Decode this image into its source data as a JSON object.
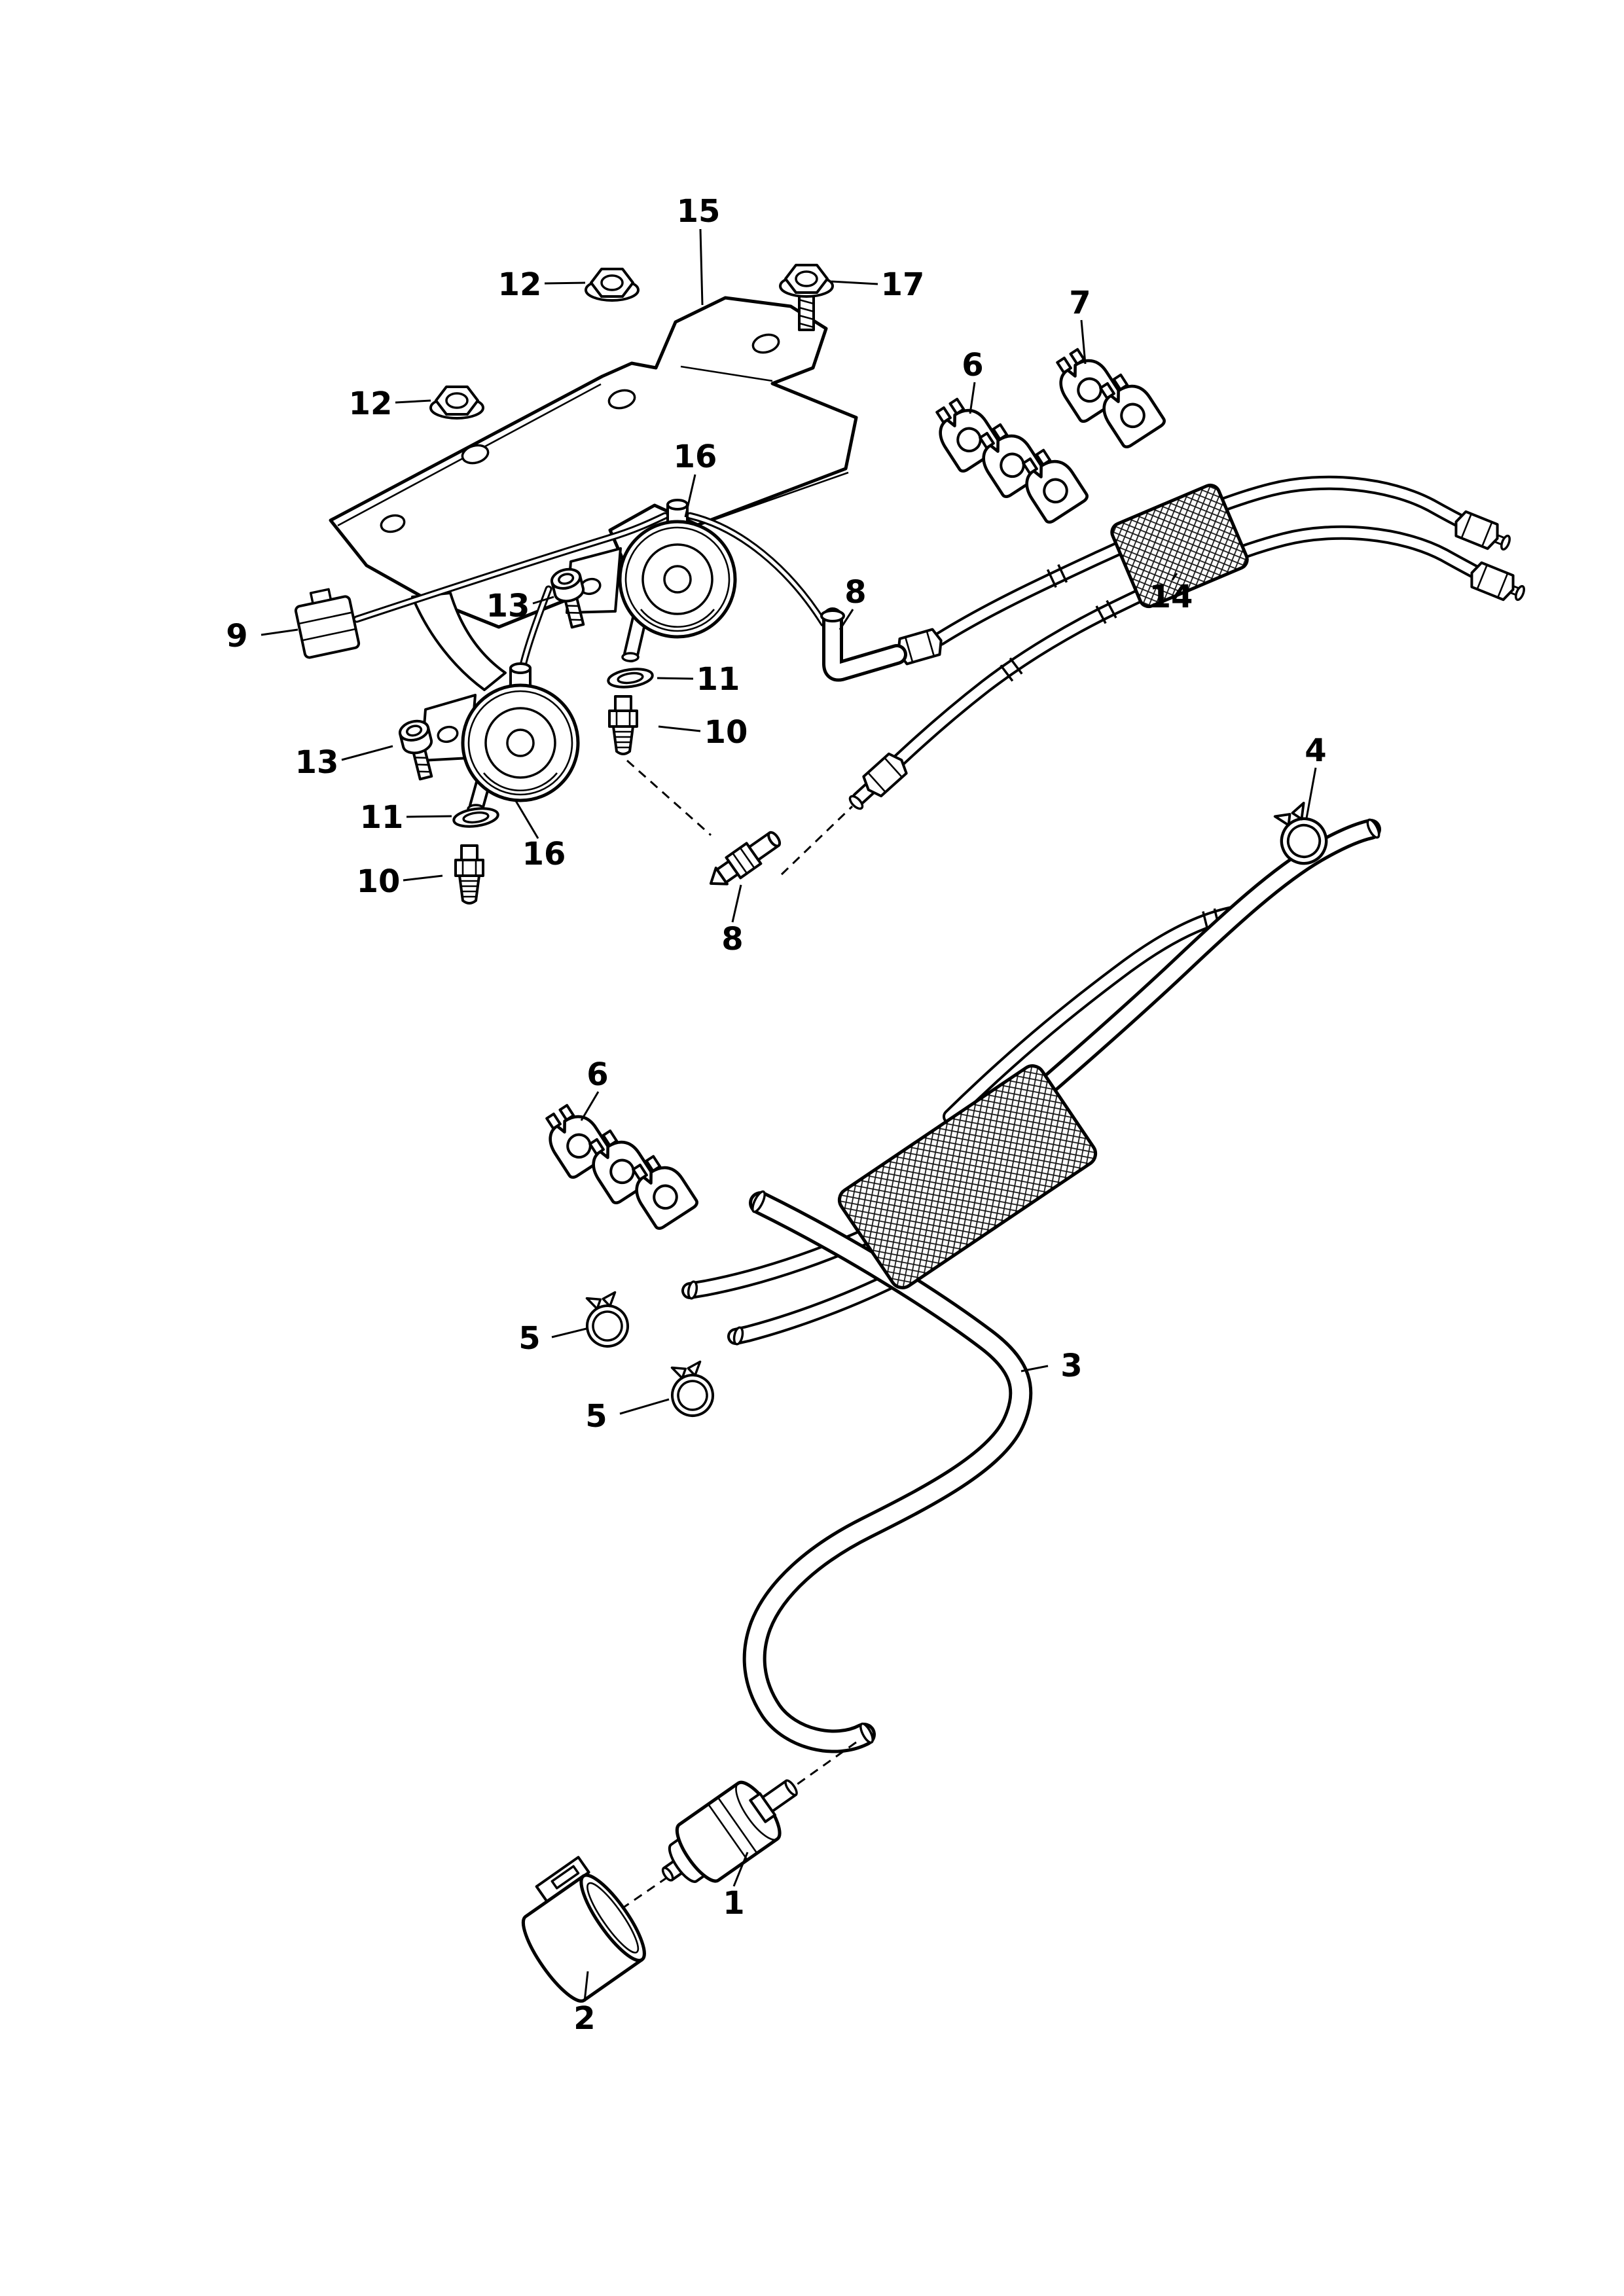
{
  "page": {
    "background_color": "#ffffff",
    "line_color": "#000000"
  },
  "callouts": [
    {
      "part": "fuel-pressure-regulator",
      "label": "1"
    },
    {
      "part": "regulator-holder",
      "label": "2"
    },
    {
      "part": "fuel-hose",
      "label": "3"
    },
    {
      "part": "hose-clamp",
      "label": "4"
    },
    {
      "part": "clamp-upper",
      "label": "5"
    },
    {
      "part": "clamp-lower",
      "label": "5"
    },
    {
      "part": "clip-cluster-top",
      "label": "6"
    },
    {
      "part": "clip-cluster-bottom",
      "label": "6"
    },
    {
      "part": "clip-pair",
      "label": "7"
    },
    {
      "part": "elbow-fitting",
      "label": "8"
    },
    {
      "part": "straight-fitting",
      "label": "8"
    },
    {
      "part": "connector",
      "label": "9"
    },
    {
      "part": "threaded-fitting-right",
      "label": "10"
    },
    {
      "part": "threaded-fitting-left",
      "label": "10"
    },
    {
      "part": "seal-ring-right",
      "label": "11"
    },
    {
      "part": "seal-ring-left",
      "label": "11"
    },
    {
      "part": "flange-nut-top",
      "label": "12"
    },
    {
      "part": "flange-nut-left",
      "label": "12"
    },
    {
      "part": "screw-right",
      "label": "13"
    },
    {
      "part": "screw-left",
      "label": "13"
    },
    {
      "part": "fuel-pipes",
      "label": "14"
    },
    {
      "part": "mounting-bracket",
      "label": "15"
    },
    {
      "part": "damper-right",
      "label": "16"
    },
    {
      "part": "damper-left",
      "label": "16"
    },
    {
      "part": "flange-bolt",
      "label": "17"
    }
  ]
}
